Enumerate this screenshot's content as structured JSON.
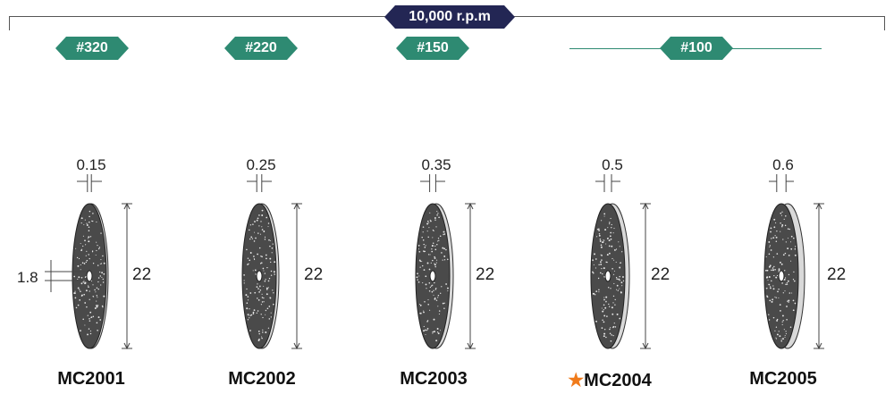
{
  "speed": {
    "label": "10,000 r.p.m"
  },
  "grits": [
    {
      "label": "#320"
    },
    {
      "label": "#220"
    },
    {
      "label": "#150"
    },
    {
      "label": "#100"
    }
  ],
  "products": [
    {
      "code": "MC2001",
      "thickness": "0.15",
      "diameter": "22",
      "hole": "1.8",
      "starred": false
    },
    {
      "code": "MC2002",
      "thickness": "0.25",
      "diameter": "22",
      "starred": false
    },
    {
      "code": "MC2003",
      "thickness": "0.35",
      "diameter": "22",
      "starred": false
    },
    {
      "code": "MC2004",
      "thickness": "0.5",
      "diameter": "22",
      "starred": true,
      "star": "★"
    },
    {
      "code": "MC2005",
      "thickness": "0.6",
      "diameter": "22",
      "starred": false
    }
  ],
  "colors": {
    "speed_badge": "#232654",
    "grit_badge": "#2e8a72",
    "disc_face": "#4a4a4a",
    "disc_edge": "#d9d9d9",
    "star": "#f07a1a"
  }
}
